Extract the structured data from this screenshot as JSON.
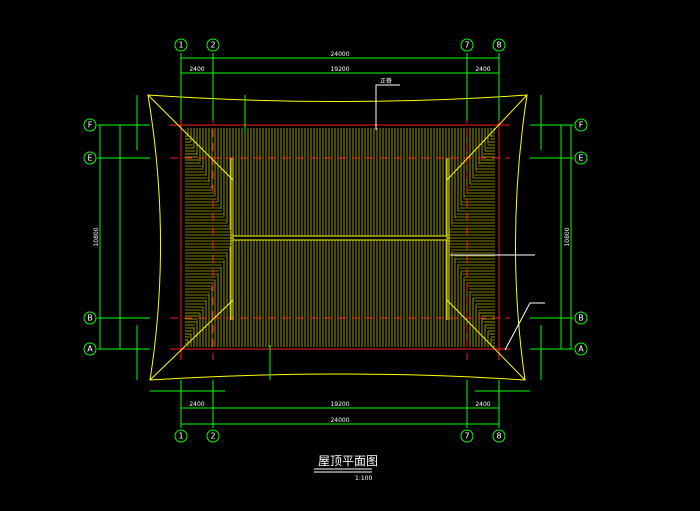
{
  "drawing": {
    "title": "屋顶平面图",
    "scale": "1:100",
    "ridge_label": "正脊",
    "colors": {
      "background": "#000000",
      "grid": "#00ff00",
      "roof": "#ffff00",
      "axis": "#ff0000",
      "text": "#ffffff"
    }
  },
  "grid_columns": [
    "1",
    "2",
    "7",
    "8"
  ],
  "grid_rows": [
    "F",
    "E",
    "B",
    "A"
  ],
  "dimensions": {
    "top_total": "24000",
    "top_left": "2400",
    "top_middle": "19200",
    "top_right": "2400",
    "bottom_total": "24000",
    "bottom_left": "2400",
    "bottom_middle": "19200",
    "bottom_right": "2400",
    "left_total": "10800",
    "right_total": "10800"
  }
}
